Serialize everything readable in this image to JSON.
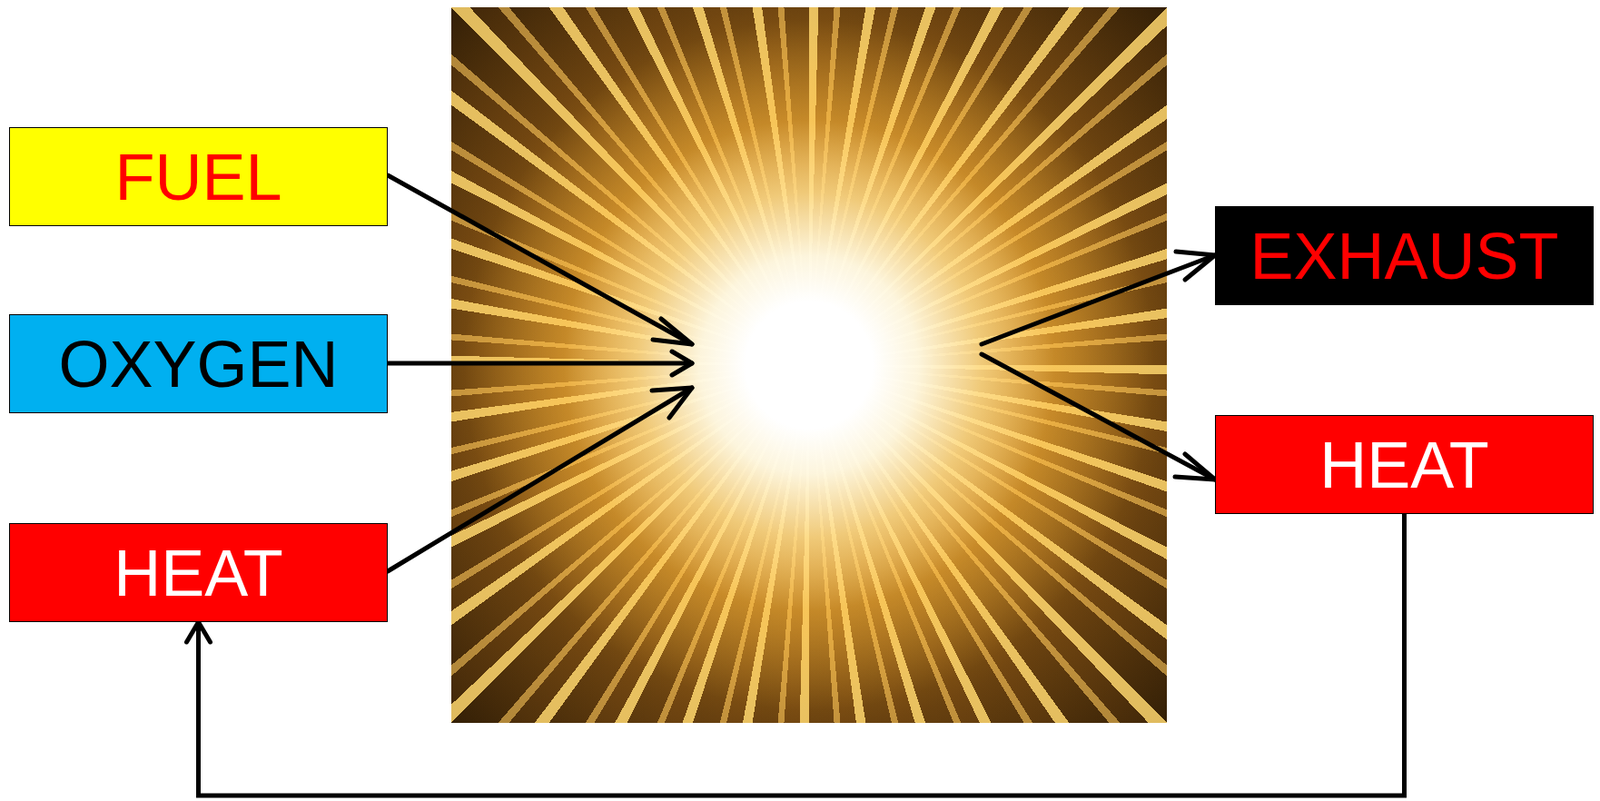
{
  "diagram": {
    "nodes": [
      {
        "text": [
          "FUEL"
        ]
      },
      {
        "text": [
          "OXYGEN"
        ]
      },
      {
        "text": [
          "HEAT"
        ]
      },
      {
        "text": [
          "EXHAUST"
        ]
      },
      {
        "text": [
          "HEAT"
        ]
      }
    ],
    "edges": [
      {
        "from": 4,
        "to": 2,
        "arrow": "to"
      }
    ]
  }
}
